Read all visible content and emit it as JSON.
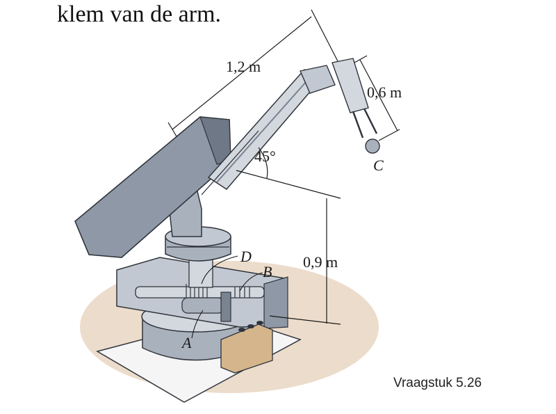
{
  "heading": "klem van de arm.",
  "caption": "Vraagstuk 5.26",
  "dimensions": {
    "arm_length": "1,2 m",
    "gripper_length": "0,6 m",
    "angle": "45°",
    "height": "0,9 m"
  },
  "points": {
    "c": "C",
    "d": "D",
    "b": "B",
    "a": "A"
  },
  "colors": {
    "metal_dark": "#7a8392",
    "metal_mid": "#a9b1bd",
    "metal_light": "#d3d8df",
    "metal_edge": "#2f343c",
    "base_shadow": "#e8d6c2",
    "wood": "#d4b58c"
  }
}
